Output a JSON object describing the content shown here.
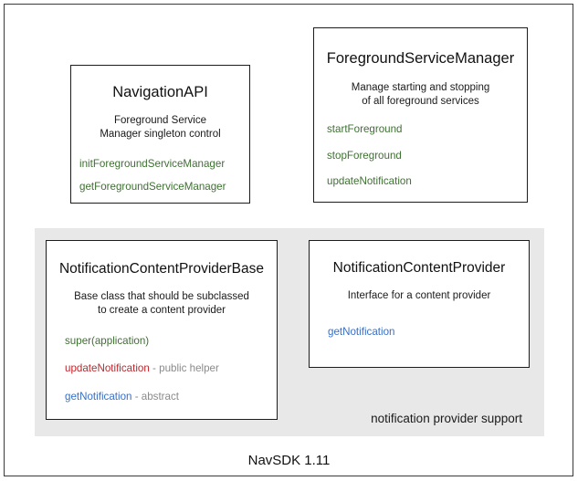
{
  "diagram": {
    "footer_label": "NavSDK 1.11",
    "group": {
      "caption": "notification provider support",
      "background": "#e8e8e8"
    },
    "colors": {
      "green": "#3f7033",
      "red": "#c0272d",
      "blue": "#3a6fc4",
      "note_gray": "#8a8a8a",
      "border": "#1c1c1c",
      "text": "#111111"
    },
    "cards": [
      {
        "id": "navigationapi",
        "title": "NavigationAPI",
        "desc_line1": "Foreground Service",
        "desc_line2": "Manager singleton control",
        "members": [
          {
            "name": "initForegroundServiceManager",
            "color": "green",
            "note": ""
          },
          {
            "name": "getForegroundServiceManager",
            "color": "green",
            "note": ""
          }
        ]
      },
      {
        "id": "foregroundservicemanager",
        "title": "ForegroundServiceManager",
        "desc_line1": "Manage starting and stopping",
        "desc_line2": "of all foreground services",
        "members": [
          {
            "name": "startForeground",
            "color": "green",
            "note": ""
          },
          {
            "name": "stopForeground",
            "color": "green",
            "note": ""
          },
          {
            "name": "updateNotification",
            "color": "green",
            "note": ""
          }
        ]
      },
      {
        "id": "notificationcontentproviderbase",
        "title": "NotificationContentProviderBase",
        "desc_line1": "Base class that should be subclassed",
        "desc_line2": "to create a content provider",
        "members": [
          {
            "name": "super(application)",
            "color": "green",
            "note": ""
          },
          {
            "name": "updateNotification",
            "color": "red",
            "note": " - public helper"
          },
          {
            "name": "getNotification",
            "color": "blue",
            "note": " - abstract"
          }
        ]
      },
      {
        "id": "notificationcontentprovider",
        "title": "NotificationContentProvider",
        "desc_line1": "Interface for a content provider",
        "desc_line2": "",
        "members": [
          {
            "name": "getNotification",
            "color": "blue",
            "note": ""
          }
        ]
      }
    ]
  }
}
